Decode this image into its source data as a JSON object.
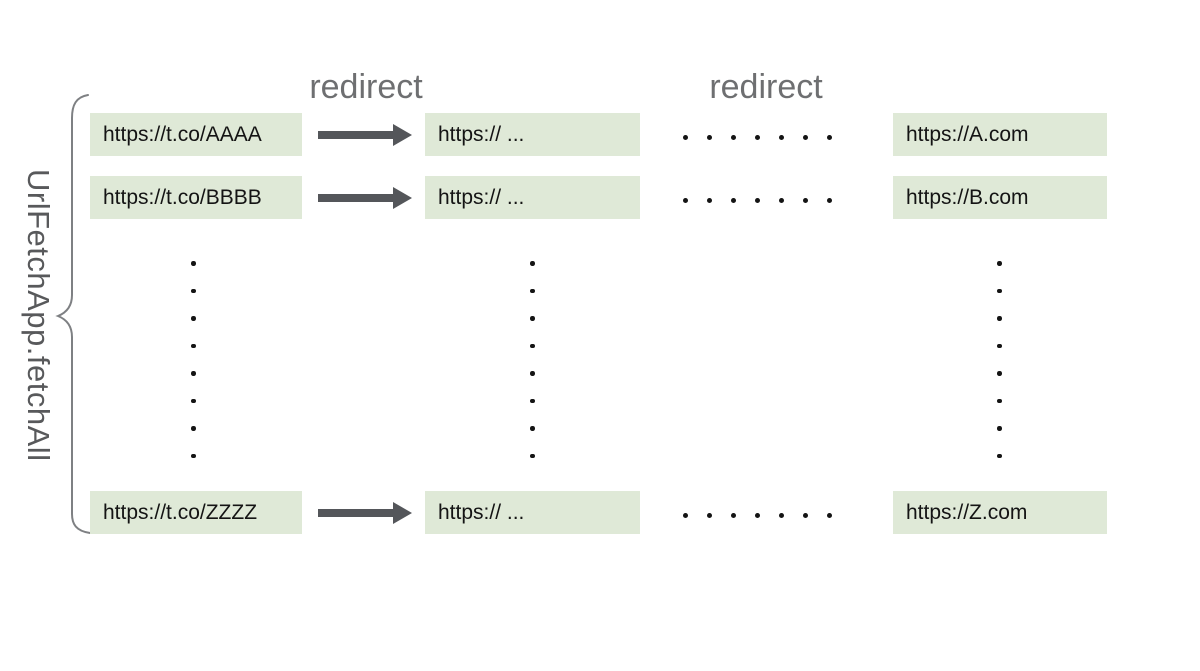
{
  "side_label": "UrlFetchApp.fetchAll",
  "redirect_labels": [
    "redirect",
    "redirect"
  ],
  "rows": [
    {
      "source": "https://t.co/AAAA",
      "intermediate": "https:// ...",
      "target": "https://A.com"
    },
    {
      "source": "https://t.co/BBBB",
      "intermediate": "https:// ...",
      "target": "https://B.com"
    },
    {
      "source": "https://t.co/ZZZZ",
      "intermediate": "https:// ...",
      "target": "https://Z.com"
    }
  ],
  "ellipsis": {
    "horizontal_dot_count": 7,
    "vertical_dot_count": 8
  },
  "colors": {
    "box_bg": "#dfe9d7",
    "arrow": "#54565a",
    "label_gray": "#6e6f71",
    "side_label_gray": "#58595b",
    "brace": "#7e8083",
    "dot": "#141414",
    "text": "#141414"
  }
}
